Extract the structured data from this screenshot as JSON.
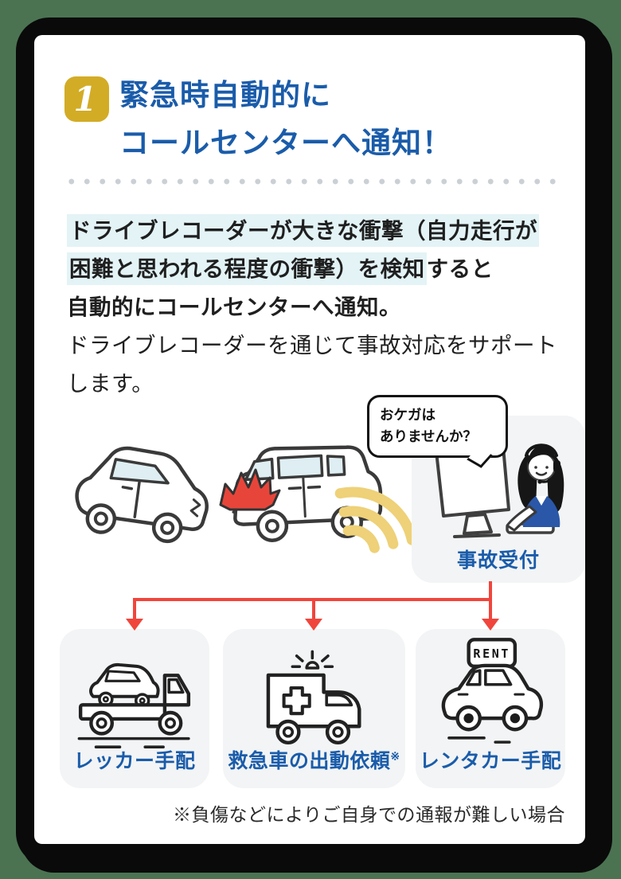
{
  "header": {
    "step_number": "1",
    "title_line1": "緊急時自動的に",
    "title_line2": "コールセンターへ通知！"
  },
  "body": {
    "highlight_1": "ドライブレコーダーが大きな衝撃（自力走行が",
    "highlight_2": "困難と思われる程度の衝撃）を検知",
    "bold_tail": "すると",
    "bold_line": "自動的にコールセンターへ通知。",
    "regular_1": "ドライブレコーダーを通じて事故対応をサポート",
    "regular_2": "します。"
  },
  "scene": {
    "bubble_line1": "おケガは",
    "bubble_line2": "ありませんか？",
    "operator_label": "事故受付",
    "rent_sign_text": "RENT"
  },
  "flow": {
    "boxes": [
      {
        "label": "レッカー手配",
        "sup": ""
      },
      {
        "label": "救急車の出動依頼",
        "sup": "※"
      },
      {
        "label": "レンタカー手配",
        "sup": ""
      }
    ]
  },
  "footnote": "※負傷などによりご自身での通報が難しい場合",
  "colors": {
    "accent_blue": "#1a5caa",
    "badge_yellow": "#d3ac26",
    "highlight_cyan": "#e3f3f6",
    "connector_red": "#f0453c",
    "panel_gray": "#f2f4f5",
    "background_green": "#4b7352",
    "frame_black": "#0a0a0a",
    "wave_yellow": "#eed178",
    "vest_blue": "#2a57a8",
    "impact_red": "#e8453a"
  }
}
